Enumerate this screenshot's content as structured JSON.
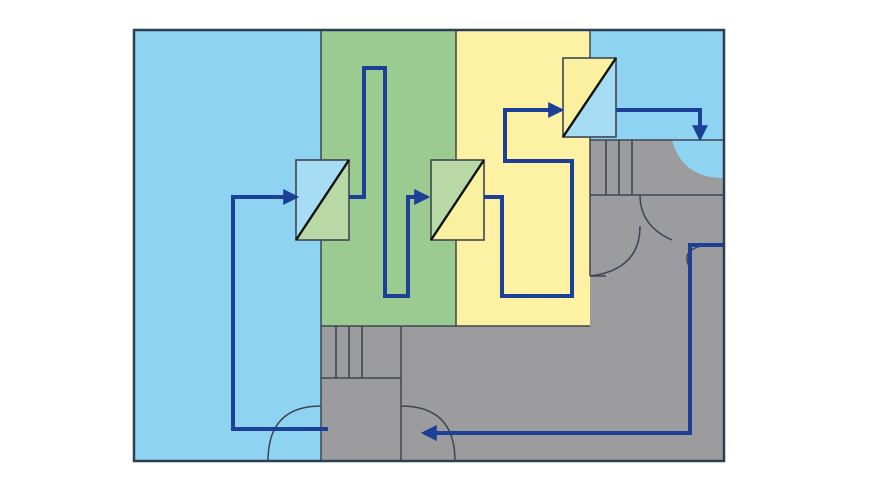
{
  "diagram": {
    "kind": "floor-plan-circulation",
    "colors": {
      "background": "#ffffff",
      "frame": "#2b3f55",
      "zone_blue": "#8fd3f2",
      "zone_green": "#9bcb90",
      "zone_yellow": "#fdf1a4",
      "corridor_gray": "#9c9c9e",
      "wall_line": "#3e4652",
      "flow_arrow": "#1c3f98",
      "door_blue_half": "#a6dcf4",
      "door_green_half": "#b8d9a5",
      "door_yellow_half": "#fbf0a0"
    },
    "zones": [
      {
        "id": "zone-left-blue",
        "color_key": "zone_blue"
      },
      {
        "id": "zone-green",
        "color_key": "zone_green"
      },
      {
        "id": "zone-yellow",
        "color_key": "zone_yellow"
      },
      {
        "id": "zone-top-right-blue",
        "color_key": "zone_blue"
      },
      {
        "id": "corridor-gray",
        "color_key": "corridor_gray"
      }
    ],
    "pass_through_doors": 3,
    "stair_flights": 2,
    "swing_doors": 5
  }
}
